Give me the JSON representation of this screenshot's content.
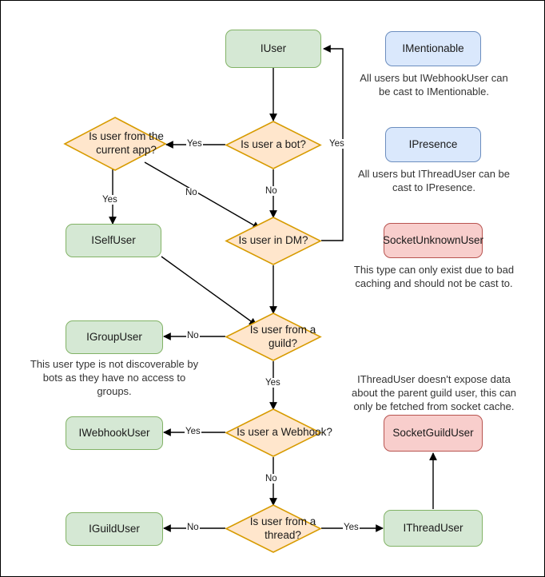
{
  "diagram": {
    "title": "Discord.Net user type decision flowchart",
    "colors": {
      "green_fill": "#d5e8d4",
      "green_border": "#82b366",
      "blue_fill": "#dae8fc",
      "blue_border": "#6c8ebf",
      "red_fill": "#f8cecc",
      "red_border": "#b85450",
      "diamond_fill": "#ffe6cc",
      "diamond_border": "#d79b00",
      "edge": "#000000",
      "canvas": "#ffffff"
    },
    "nodes": {
      "iuser": "IUser",
      "is_user_a_bot": "Is user a bot?",
      "is_user_from_current_app": "Is user from the current app?",
      "is_user_in_dm": "Is user in DM?",
      "iselfuser": "ISelfUser",
      "is_user_from_guild": "Is user from a guild?",
      "igroupuser": "IGroupUser",
      "is_user_a_webhook": "Is user a Webhook?",
      "iwebhookuser": "IWebhookUser",
      "is_user_from_thread": "Is user from a thread?",
      "iguilduser": "IGuildUser",
      "ithreaduser": "IThreadUser",
      "imentionable": "IMentionable",
      "ipresence": "IPresence",
      "socketunknownuser": "SocketUnknownUser",
      "socketguilduser": "SocketGuildUser"
    },
    "notes": {
      "mentionable": "All users but IWebhookUser can be cast to IMentionable.",
      "presence": "All users but IThreadUser can be cast to IPresence.",
      "unknown_user": "This type can only exist due to bad caching and should not be cast to.",
      "group_user": "This user type is not discoverable by bots as they have no access to groups.",
      "thread_user": "IThreadUser doesn't expose data about the parent guild user, this can only be fetched from socket cache."
    },
    "edge_labels": {
      "bot_yes": "Yes",
      "bot_no": "No",
      "dm_yes": "Yes",
      "current_app_yes": "Yes",
      "current_app_no": "No",
      "guild_no": "No",
      "guild_yes": "Yes",
      "webhook_yes": "Yes",
      "webhook_no": "No",
      "thread_no": "No",
      "thread_yes": "Yes"
    }
  }
}
